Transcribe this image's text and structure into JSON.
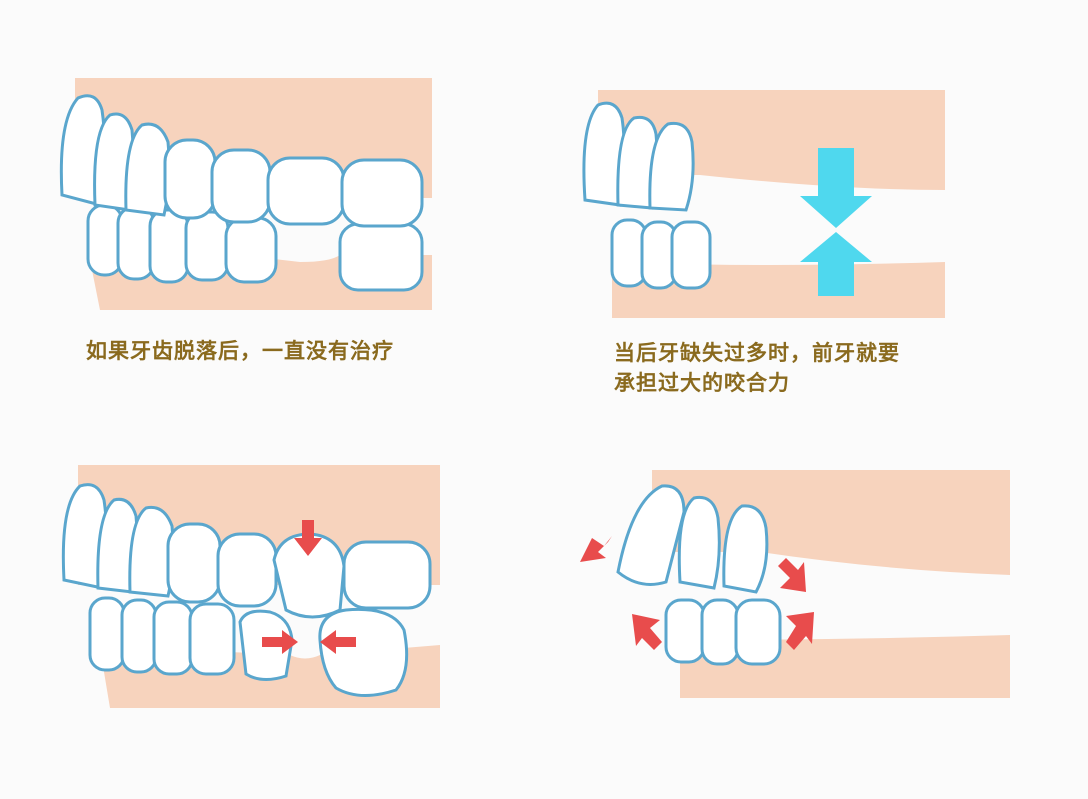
{
  "captions": {
    "panel1": "如果牙齿脱落后，一直没有治疗",
    "panel2_line1": "当后牙缺失过多时，前牙就要",
    "panel2_line2": "承担过大的咬合力"
  },
  "colors": {
    "gum": "#f7d3bd",
    "tooth_fill": "#ffffff",
    "tooth_outline": "#5aa6cd",
    "tooth_shade": "#e4f1f8",
    "arrow_red": "#e84c4c",
    "arrow_cyan": "#4fd8ee",
    "caption_text": "#8a6a1e",
    "background": "#fbfbfb"
  },
  "icons": {
    "force_arrows": "cyan-compression-arrows-icon",
    "drift_arrows": "red-arrow-icon"
  }
}
